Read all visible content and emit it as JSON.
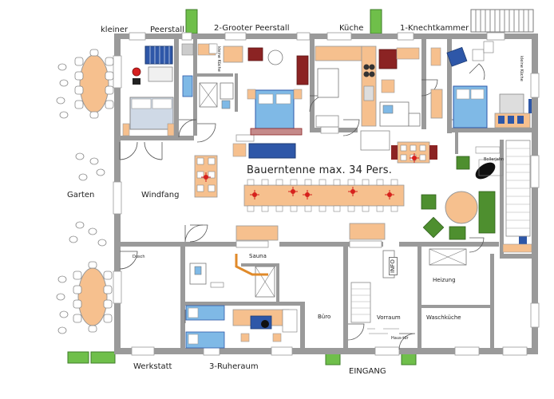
{
  "rooms": {
    "kleiner": "kleiner",
    "peerstall": "Peerstall",
    "grooter_peerstall": "2-Grooter Peerstall",
    "kueche": "Küche",
    "knechtkammer": "1-Knechtkammer",
    "kleine_kueche_left": "kleine Küche",
    "kleine_kueche_right": "kleine Küche",
    "bauerntenne": "Bauerntenne  max. 34 Pers.",
    "garten": "Garten",
    "windfang": "Windfang",
    "sauna": "Sauna",
    "info": "INFO",
    "heizung": "Heizung",
    "bueromisc": "Büro",
    "vorraum": "Vorraum",
    "waschkueche": "Waschküche",
    "werkstatt": "Werkstatt",
    "ruheraum": "3-Ruheraum",
    "eingang": "EINGANG",
    "bollerjahn": "Bollerjahn",
    "door_label": "Haus-tür",
    "dusche": "Dusch"
  },
  "colors": {
    "wall": "#9a9a9a",
    "table_wood": "#f6c08e",
    "bed_blue": "#7fb9e6",
    "sofa_blue": "#2e57a8",
    "armchair_red": "#8b2323",
    "green_chair": "#4e8f2f",
    "hedge_green": "#6fbf4a",
    "counter": "#f6c08e",
    "star_red": "#d6211c",
    "window_gray": "#dcdcdc"
  }
}
